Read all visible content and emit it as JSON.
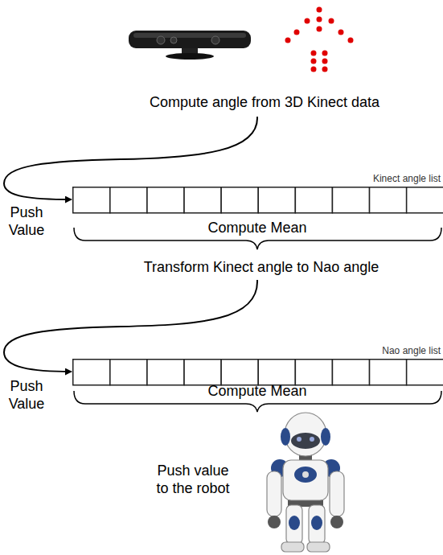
{
  "diagram": {
    "nodes": [
      {
        "text": [
          "Kinect angle list"
        ]
      },
      {
        "text": [
          "Nao angle list"
        ]
      }
    ],
    "labels": [
      "Compute angle from 3D Kinect data",
      "Push Value",
      "Compute Mean",
      "Transform Kinect angle to Nao angle",
      "Push Value",
      "Compute Mean",
      "Push value to the robot"
    ]
  }
}
